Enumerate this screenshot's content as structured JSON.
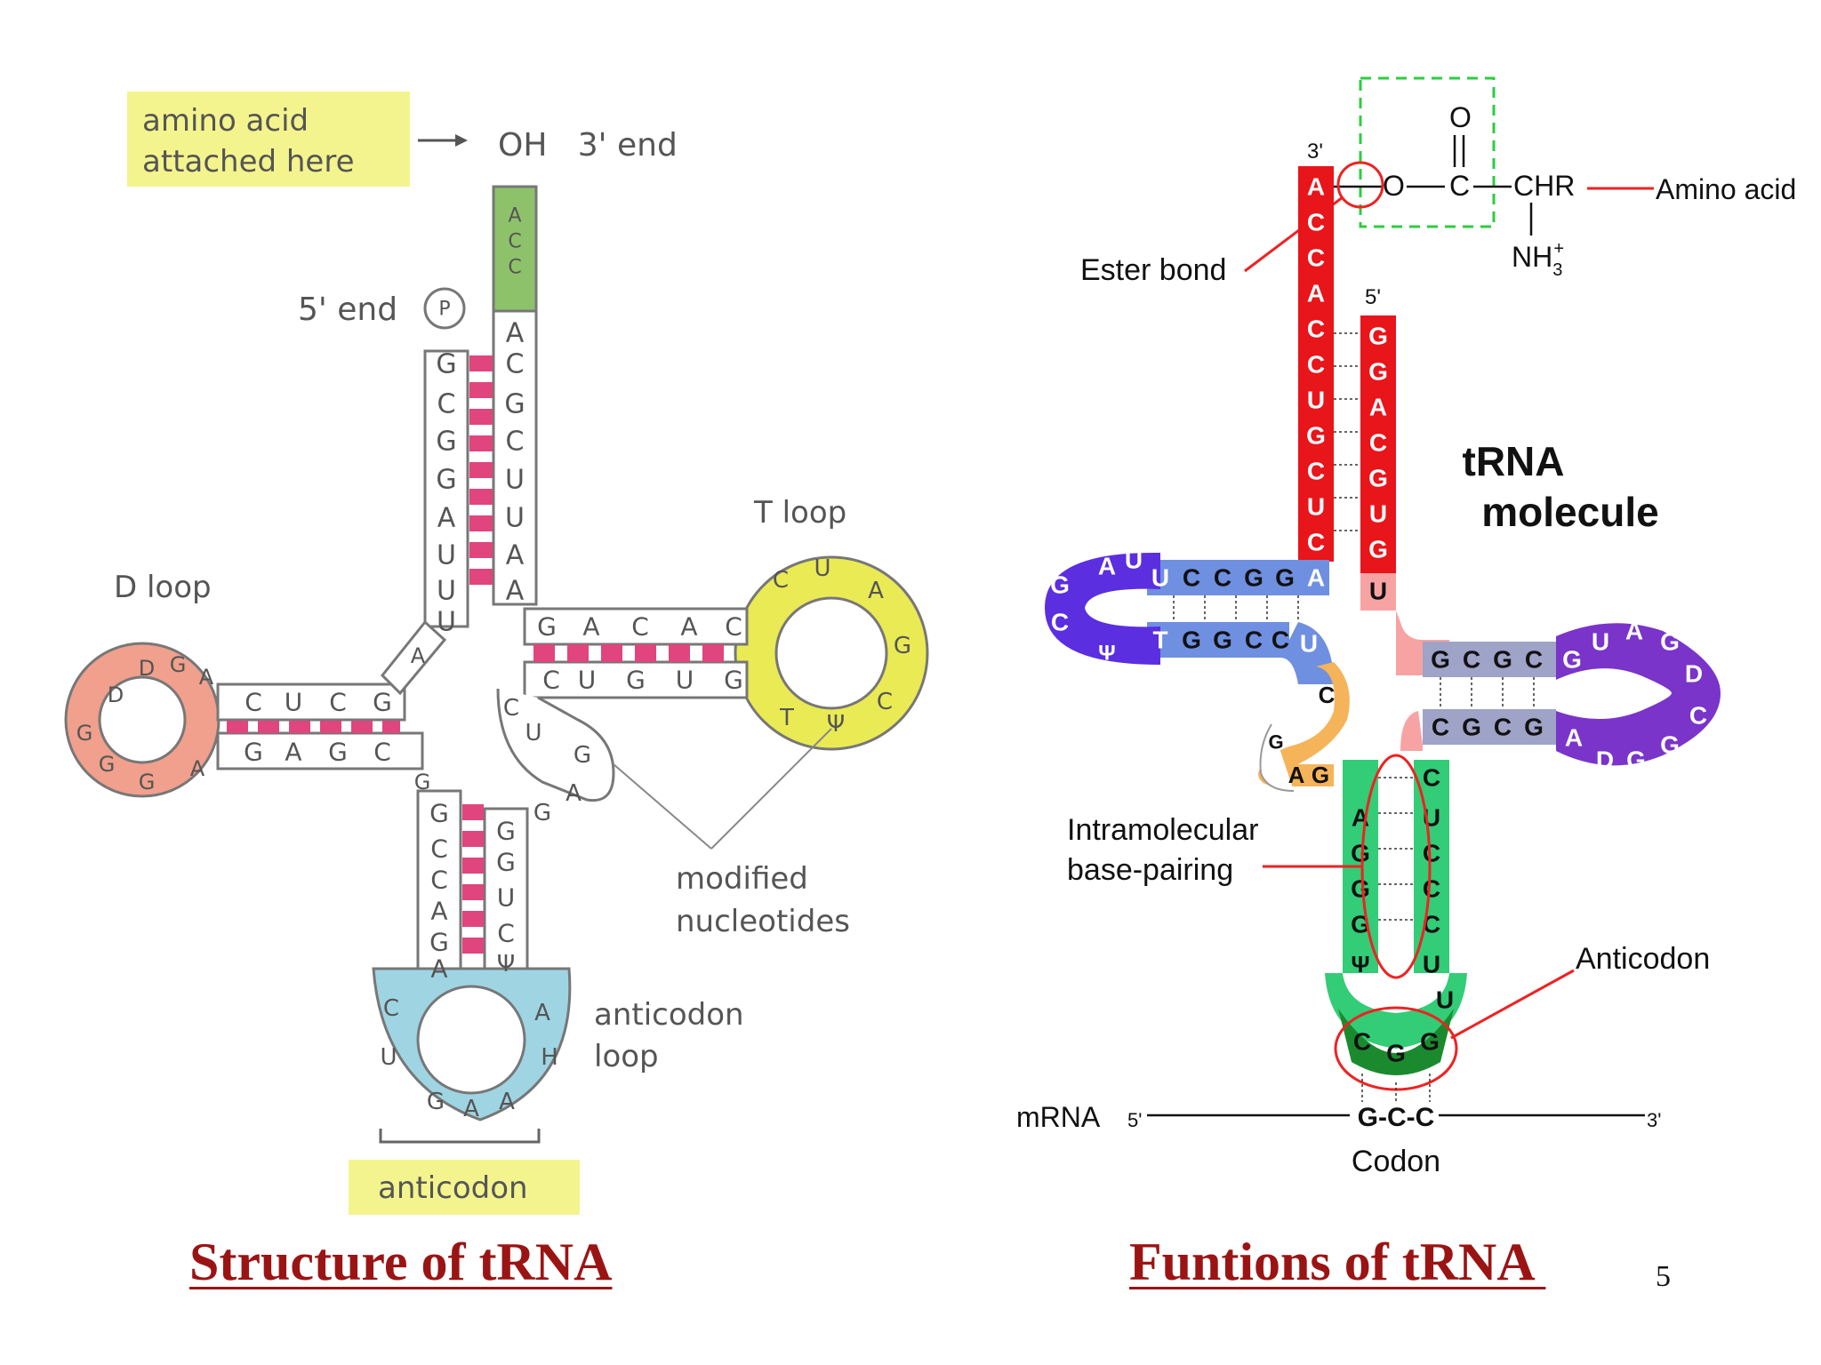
{
  "left": {
    "amino_label_line1": "amino acid",
    "amino_label_line2": "attached here",
    "end3": "OH   3' end",
    "end5": "5' end",
    "phosphate": "P",
    "d_loop": "D loop",
    "t_loop": "T loop",
    "modified_line1": "modified",
    "modified_line2": "nucleotides",
    "anticodon_loop_line1": "anticodon",
    "anticodon_loop_line2": "loop",
    "anticodon_box": "anticodon",
    "acceptor_strand_3": [
      "A",
      "C",
      "C",
      "A",
      "C",
      "G",
      "C",
      "U",
      "U",
      "A",
      "A"
    ],
    "acceptor_strand_5": [
      "G",
      "C",
      "G",
      "G",
      "A",
      "U",
      "U",
      "U"
    ],
    "d_stem_top": [
      "C",
      "U",
      "C",
      "G"
    ],
    "d_stem_bottom": [
      "G",
      "A",
      "G",
      "C"
    ],
    "d_loop_bases": [
      "D",
      "D",
      "G",
      "A",
      "G",
      "G",
      "G",
      "A"
    ],
    "t_stem_top": [
      "G",
      "A",
      "C",
      "A",
      "C"
    ],
    "t_stem_bottom": [
      "C",
      "U",
      "G",
      "U",
      "G"
    ],
    "t_loop_bases": [
      "C",
      "U",
      "A",
      "G",
      "C",
      "Ψ",
      "T"
    ],
    "ac_stem_left": [
      "G",
      "C",
      "C",
      "A",
      "G",
      "A"
    ],
    "ac_stem_right": [
      "G",
      "G",
      "U",
      "C",
      "Ψ"
    ],
    "ac_loop_bases": [
      "C",
      "U",
      "G",
      "A",
      "A",
      "H",
      "A"
    ],
    "variable_bases": [
      "C",
      "U",
      "G",
      "A",
      "G"
    ],
    "junction_bases": [
      "A",
      "G",
      "G"
    ]
  },
  "right": {
    "label_3p": "3'",
    "label_5p": "5'",
    "ester_bond": "Ester bond",
    "amino_acid": "Amino acid",
    "chem_O": "O",
    "chem_C": "C",
    "chem_CHR": "CHR",
    "chem_NH3": "NH",
    "chem_NH3_sub": "3",
    "chem_NH3_sup": "+",
    "title_line1": "tRNA",
    "title_line2": "molecule",
    "intramolecular_line1": "Intramolecular",
    "intramolecular_line2": "base-pairing",
    "anticodon": "Anticodon",
    "mrna": "mRNA",
    "mrna_5": "5'",
    "mrna_3": "3'",
    "codon_seq": "G-C-C",
    "codon": "Codon",
    "acceptor_3_strand": [
      "A",
      "C",
      "C",
      "A",
      "C",
      "C",
      "U",
      "G",
      "C",
      "U",
      "C"
    ],
    "acceptor_5_strand": [
      "G",
      "G",
      "A",
      "C",
      "G",
      "U",
      "G",
      "U"
    ],
    "d_arm_top": [
      "U",
      "C",
      "C",
      "G",
      "G",
      "A"
    ],
    "d_arm_bottom": [
      "T",
      "G",
      "G",
      "C",
      "C",
      "U"
    ],
    "d_loop": [
      "A",
      "U",
      "G",
      "C",
      "Ψ"
    ],
    "t_arm_top": [
      "G",
      "C",
      "G",
      "C"
    ],
    "t_arm_bottom": [
      "C",
      "G",
      "C",
      "G"
    ],
    "t_loop": [
      "G",
      "U",
      "A",
      "G",
      "D",
      "C",
      "G",
      "G",
      "D",
      "A"
    ],
    "variable": [
      "C",
      "G",
      "A",
      "G"
    ],
    "ac_left": [
      "A",
      "G",
      "G",
      "G",
      "Ψ"
    ],
    "ac_right": [
      "C",
      "U",
      "C",
      "C",
      "C",
      "U",
      "U"
    ],
    "anticodon_bases": [
      "C",
      "G",
      "G"
    ]
  },
  "titles": {
    "left": "Structure of tRNA",
    "right": "Funtions of tRNA ",
    "page_number": "5"
  }
}
